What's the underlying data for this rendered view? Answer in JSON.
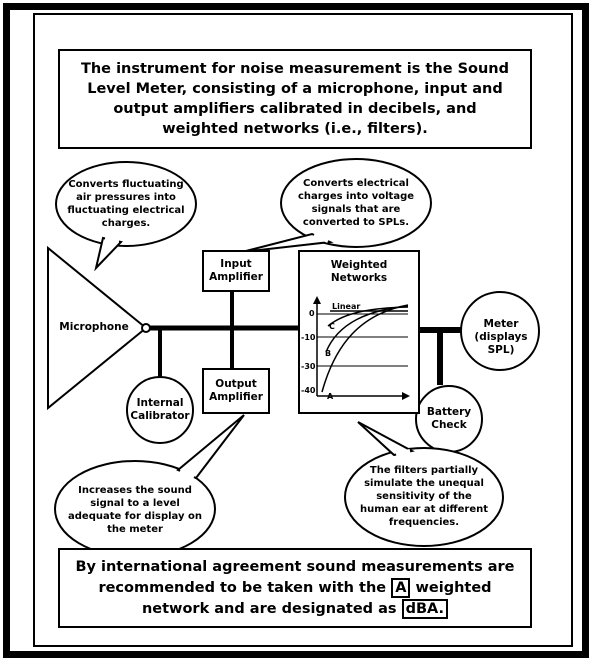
{
  "top_note": "The instrument for noise measurement is the Sound Level Meter, consisting of a microphone, input and output amplifiers calibrated in decibels, and weighted networks (i.e., filters).",
  "bubbles": {
    "microphone_note": "Converts fluctuating air pressures into fluctuating electrical charges.",
    "input_amp_note": "Converts electrical charges into voltage signals that are converted to SPLs.",
    "output_amp_note": "Increases the sound signal to a level adequate for display on the meter",
    "filters_note": "The filters partially simulate the unequal sensitivity of the human ear at different frequencies."
  },
  "components": {
    "microphone": "Microphone",
    "input_amplifier": "Input Amplifier",
    "output_amplifier": "Output Amplifier",
    "internal_calibrator": "Internal Calibrator",
    "weighted_networks": "Weighted Networks",
    "meter": "Meter (displays SPL)",
    "battery_check": "Battery Check"
  },
  "graph": {
    "tick_labels": [
      "0",
      "-10",
      "-30",
      "-40"
    ],
    "curve_labels": [
      "Linear",
      "C",
      "B",
      "A"
    ]
  },
  "bottom_note": {
    "part1": "By international agreement sound measurements are recommended to be taken with the",
    "highlight1": "A",
    "part2": "weighted network and are designated as",
    "highlight2": "dBA."
  }
}
